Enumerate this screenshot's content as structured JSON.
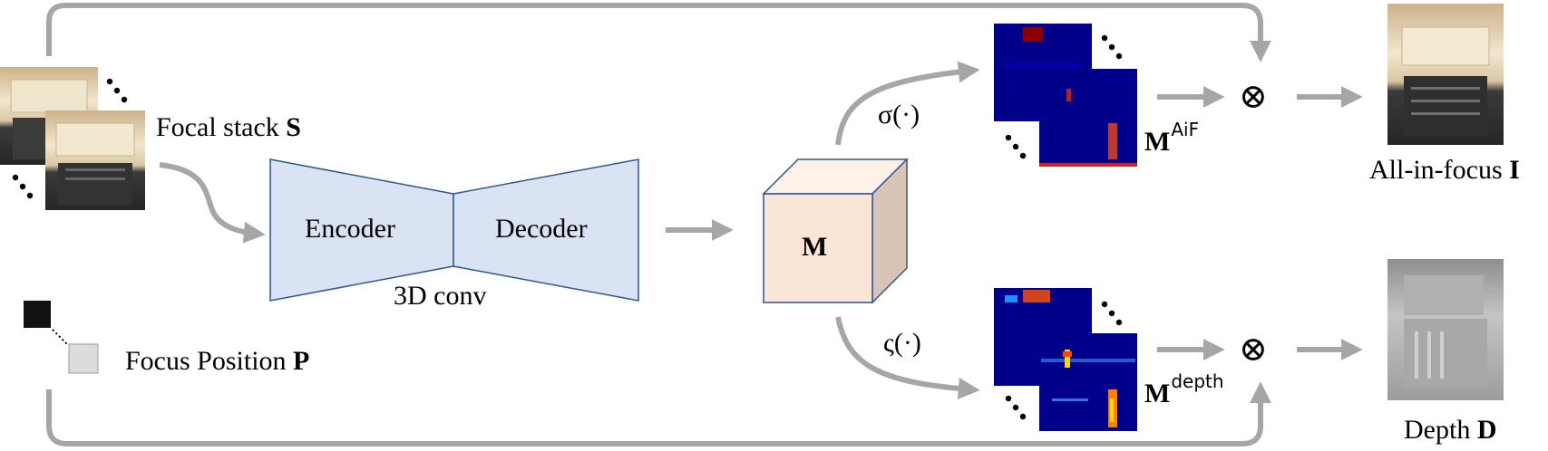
{
  "labels": {
    "focal_stack": "Focal stack ",
    "focal_stack_symbol": "S",
    "focus_position": "Focus Position ",
    "focus_position_symbol": "P",
    "encoder": "Encoder",
    "decoder": "Decoder",
    "conv": "3D conv",
    "volume_symbol": "M",
    "sigma": "σ(·)",
    "varsigma": "ς(·)",
    "m_aif_base": "M",
    "m_aif_sup": "AiF",
    "m_depth_base": "M",
    "m_depth_sup": "depth",
    "product": "⊗",
    "all_in_focus": "All-in-focus ",
    "all_in_focus_symbol": "I",
    "depth": "Depth ",
    "depth_symbol": "D",
    "ellipsis": "⋰"
  },
  "colors": {
    "arrow": "#a6a6a6",
    "encoder_fill": "#dae3f3",
    "encoder_stroke": "#2f5597",
    "cube_front": "#fbe5d6",
    "cube_top": "#fdf1e8",
    "cube_side": "#d9c3b5",
    "cube_stroke": "#2f5597",
    "heatmap_bg": "#00008b",
    "heatmap_hot": "#b22222",
    "photo_top": "#f0e2c4",
    "photo_bottom": "#2c2c2c",
    "depth_light": "#bdbdbd",
    "depth_dark": "#7a7a7a"
  }
}
